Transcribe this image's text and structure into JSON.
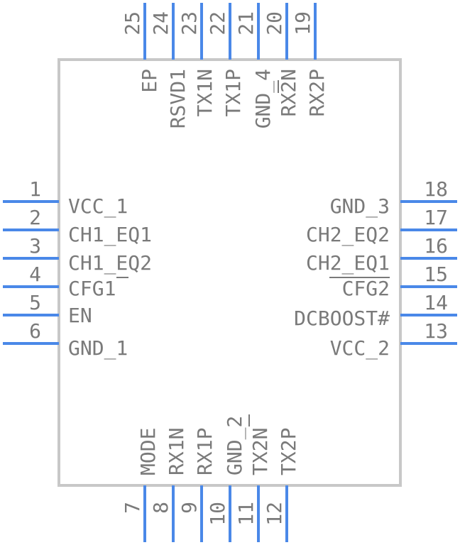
{
  "colors": {
    "pin": "#4a88e8",
    "body_stroke": "#c8c8c8",
    "text": "#7a7a7a"
  },
  "pins": {
    "left": [
      {
        "num": "1",
        "label": "VCC_1"
      },
      {
        "num": "2",
        "label": "CH1_EQ1"
      },
      {
        "num": "3",
        "label": "CH1_EQ2"
      },
      {
        "num": "4",
        "label": "CFG1"
      },
      {
        "num": "5",
        "label": "EN"
      },
      {
        "num": "6",
        "label": "GND_1"
      }
    ],
    "right": [
      {
        "num": "18",
        "label": "GND_3"
      },
      {
        "num": "17",
        "label": "CH2_EQ2"
      },
      {
        "num": "16",
        "label": "CH2_EQ1"
      },
      {
        "num": "15",
        "label": "CFG2"
      },
      {
        "num": "14",
        "label": "DCBOOST#"
      },
      {
        "num": "13",
        "label": "VCC_2"
      }
    ],
    "top": [
      {
        "num": "25",
        "label": "EP"
      },
      {
        "num": "24",
        "label": "RSVD1"
      },
      {
        "num": "23",
        "label": "TX1N"
      },
      {
        "num": "22",
        "label": "TX1P"
      },
      {
        "num": "21",
        "label": "GND_4"
      },
      {
        "num": "20",
        "label": "RX2N"
      },
      {
        "num": "19",
        "label": "RX2P"
      }
    ],
    "bottom": [
      {
        "num": "7",
        "label": "MODE"
      },
      {
        "num": "8",
        "label": "RX1N"
      },
      {
        "num": "9",
        "label": "RX1P"
      },
      {
        "num": "10",
        "label": "GND_2"
      },
      {
        "num": "11",
        "label": "TX2N"
      },
      {
        "num": "12",
        "label": "TX2P"
      }
    ]
  }
}
